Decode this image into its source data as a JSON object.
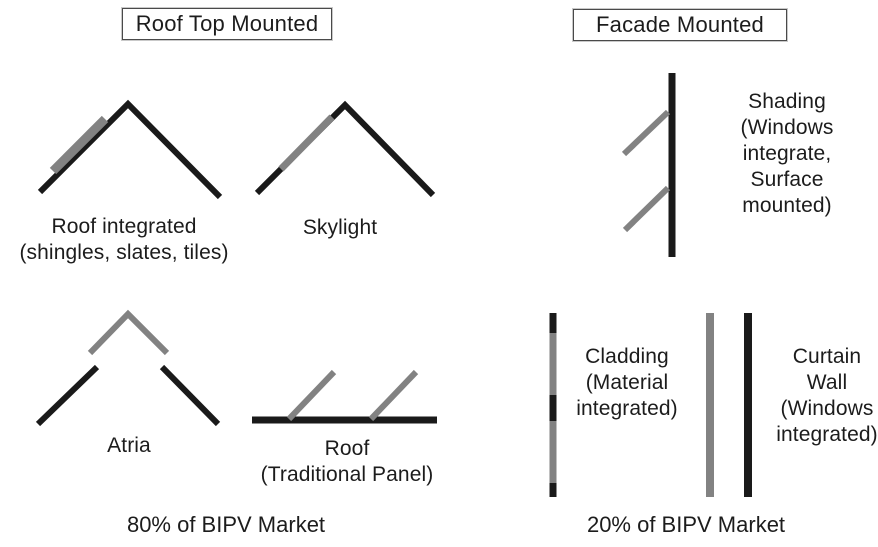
{
  "colors": {
    "background": "#ffffff",
    "line_black": "#1a1a1a",
    "line_gray": "#828282",
    "text": "#1c1c1c"
  },
  "sections": {
    "roof_top": {
      "title": "Roof Top Mounted",
      "market_share": "80% of BIPV Market",
      "items": {
        "roof_integrated": {
          "icon": "roof-integrated-icon",
          "label": "Roof integrated\n(shingles, slates, tiles)"
        },
        "skylight": {
          "icon": "skylight-icon",
          "label": "Skylight"
        },
        "atria": {
          "icon": "atria-icon",
          "label": "Atria"
        },
        "roof_traditional": {
          "icon": "roof-traditional-panel-icon",
          "label": "Roof\n(Traditional Panel)"
        }
      }
    },
    "facade": {
      "title": "Facade Mounted",
      "market_share": "20% of BIPV Market",
      "items": {
        "shading": {
          "icon": "facade-shading-icon",
          "label": "Shading\n(Windows\nintegrate,\nSurface\nmounted)"
        },
        "cladding": {
          "icon": "facade-cladding-icon",
          "label": "Cladding\n(Material\nintegrated)"
        },
        "curtain_wall": {
          "icon": "facade-curtain-wall-icon",
          "label": "Curtain\nWall\n(Windows\nintegrated)"
        }
      }
    }
  }
}
